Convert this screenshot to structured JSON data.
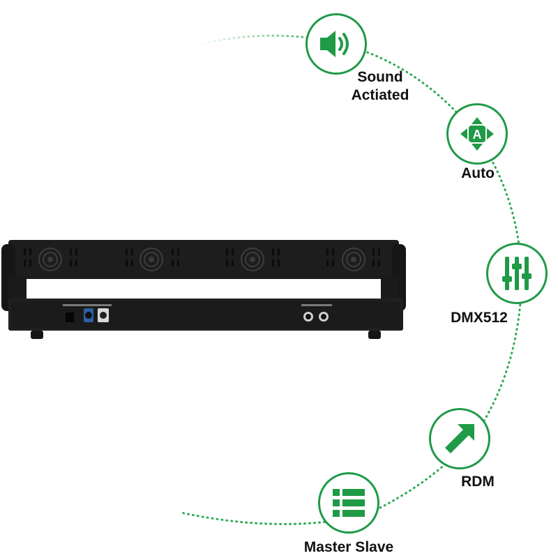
{
  "colors": {
    "accent": "#1f9a46",
    "dots": "#2eaa55",
    "device": "#1c1c1c"
  },
  "features": [
    {
      "id": "sound",
      "icon": "speaker-icon",
      "label_line1": "Sound",
      "label_line2": "Actiated"
    },
    {
      "id": "auto",
      "icon": "auto-arrows-icon",
      "label": "Auto",
      "icon_letter": "A"
    },
    {
      "id": "dmx",
      "icon": "sliders-icon",
      "label": "DMX512"
    },
    {
      "id": "rdm",
      "icon": "arrow-up-right-icon",
      "label": "RDM"
    },
    {
      "id": "master",
      "icon": "list-icon",
      "label": "Master Slave"
    }
  ]
}
